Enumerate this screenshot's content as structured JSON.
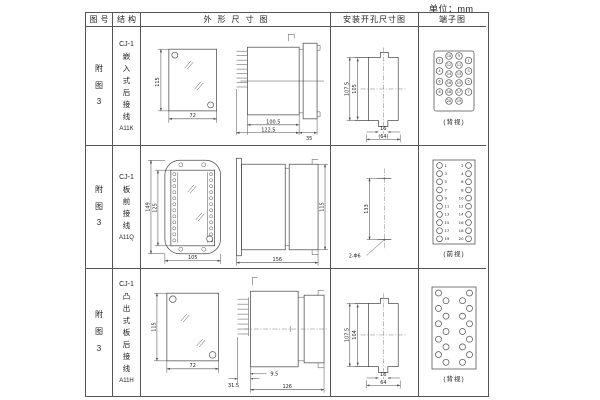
{
  "page": {
    "unit_label": "单位：mm"
  },
  "headers": {
    "fig_no": "图号",
    "structure": "结构",
    "outline": "外形尺寸图",
    "install": "安装开孔尺寸图",
    "terminal": "端子图"
  },
  "rows": [
    {
      "fig_no": "附图3",
      "model": "CJ-1",
      "structure_text": "嵌入式后接线",
      "code": "A11K",
      "outline": {
        "front_h": "115",
        "front_w": "72",
        "body_w": "100.5",
        "total_w": "122.5",
        "flange_w": "35"
      },
      "install": {
        "outer_h": "107.5",
        "inner_h": "105",
        "tab_w": "16",
        "cutout_w": "(64)"
      },
      "terminal_caption": "(背视)"
    },
    {
      "fig_no": "附图3",
      "model": "CJ-1",
      "structure_text": "板前接线",
      "code": "A11Q",
      "outline": {
        "outer_h": "149",
        "inner_h": "125",
        "front_w": "105",
        "side_l": "156",
        "side_h": "115"
      },
      "install": {
        "hole_span": "133",
        "hole_label": "2-Φ6"
      },
      "terminal_caption": "(前视)"
    },
    {
      "fig_no": "附图3",
      "model": "CJ-1",
      "structure_text": "凸出式板后接线",
      "code": "A11H",
      "outline": {
        "front_h": "115",
        "front_w": "72",
        "comb_w": "31.5",
        "offset_w": "9.5",
        "body_l": "126"
      },
      "install": {
        "outer_h": "107.5",
        "inner_h": "104",
        "tab_w": "16",
        "cutout_w": "64"
      },
      "terminal_caption": "(背视)"
    }
  ],
  "terminals": {
    "a11k": {
      "outer_left": [
        "2",
        "4",
        "6",
        "8"
      ],
      "outer_right": [
        "1",
        "3",
        "5",
        "7"
      ],
      "inner_pairs": [
        [
          "10",
          "9"
        ],
        [
          "12",
          "11"
        ],
        [
          "14",
          "13"
        ],
        [
          "16",
          "15"
        ],
        [
          "18",
          "17"
        ],
        [
          "20",
          "19"
        ]
      ]
    },
    "a11q": {
      "left": [
        "1",
        "3",
        "5",
        "7",
        "9",
        "11",
        "13",
        "15",
        "17",
        "19"
      ],
      "right": [
        "2",
        "4",
        "6",
        "8",
        "10",
        "12",
        "14",
        "16",
        "18",
        "20"
      ]
    }
  }
}
